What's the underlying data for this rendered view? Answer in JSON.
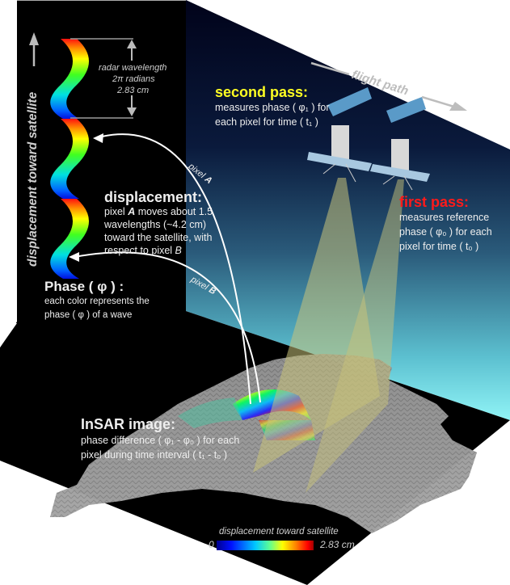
{
  "colors": {
    "left_panel_bg": "#000000",
    "sky_top": "#02041a",
    "sky_bottom": "#8ef0f4",
    "ground_bg": "#000000",
    "second_pass": "#ffff22",
    "first_pass": "#ff1a1a",
    "beam": "#c8c27a",
    "label_text": "#eeeeee",
    "annotation_grey": "#bdbdbd"
  },
  "phase_panel": {
    "axis_label": "displacement toward satellite",
    "wavelength_label": "radar wavelength",
    "radians_label": "2π radians",
    "wavelength_value": "2.83 cm",
    "title": "Phase ( φ ) :",
    "line1": "each color represents the",
    "line2": "phase ( φ ) of a wave"
  },
  "displacement": {
    "title": "displacement:",
    "line1_pre": "pixel ",
    "line1_bold": "A",
    "line1_post": " moves about 1.5",
    "line2": "wavelengths (~4.2 cm)",
    "line3": "toward the satellite, with",
    "line4_pre": "respect to pixel ",
    "line4_ital": "B"
  },
  "pixel_labels": {
    "a_text": "pixel ",
    "a_letter": "A",
    "b_text": "pixel ",
    "b_letter": "B"
  },
  "flight_path": {
    "label": "flight path"
  },
  "second_pass": {
    "title": "second pass:",
    "line1": "measures phase ( φ₁ ) for",
    "line2": "each pixel for time ( t₁ )"
  },
  "first_pass": {
    "title": "first pass:",
    "line1": "measures reference",
    "line2": "phase ( φ₀ ) for each",
    "line3": "pixel for time ( t₀ )"
  },
  "insar_image": {
    "title": "InSAR image:",
    "line1": "phase difference ( φ₁ - φ₀ ) for each",
    "line2": "pixel during time interval ( t₁ - t₀ )"
  },
  "colorbar": {
    "title": "displacement toward satellite",
    "min_label": "0",
    "max_label": "2.83 cm",
    "stops": [
      "#00008f",
      "#0010ff",
      "#00c8ff",
      "#60ff90",
      "#ffff00",
      "#ff8000",
      "#ff0000",
      "#a00000"
    ]
  }
}
